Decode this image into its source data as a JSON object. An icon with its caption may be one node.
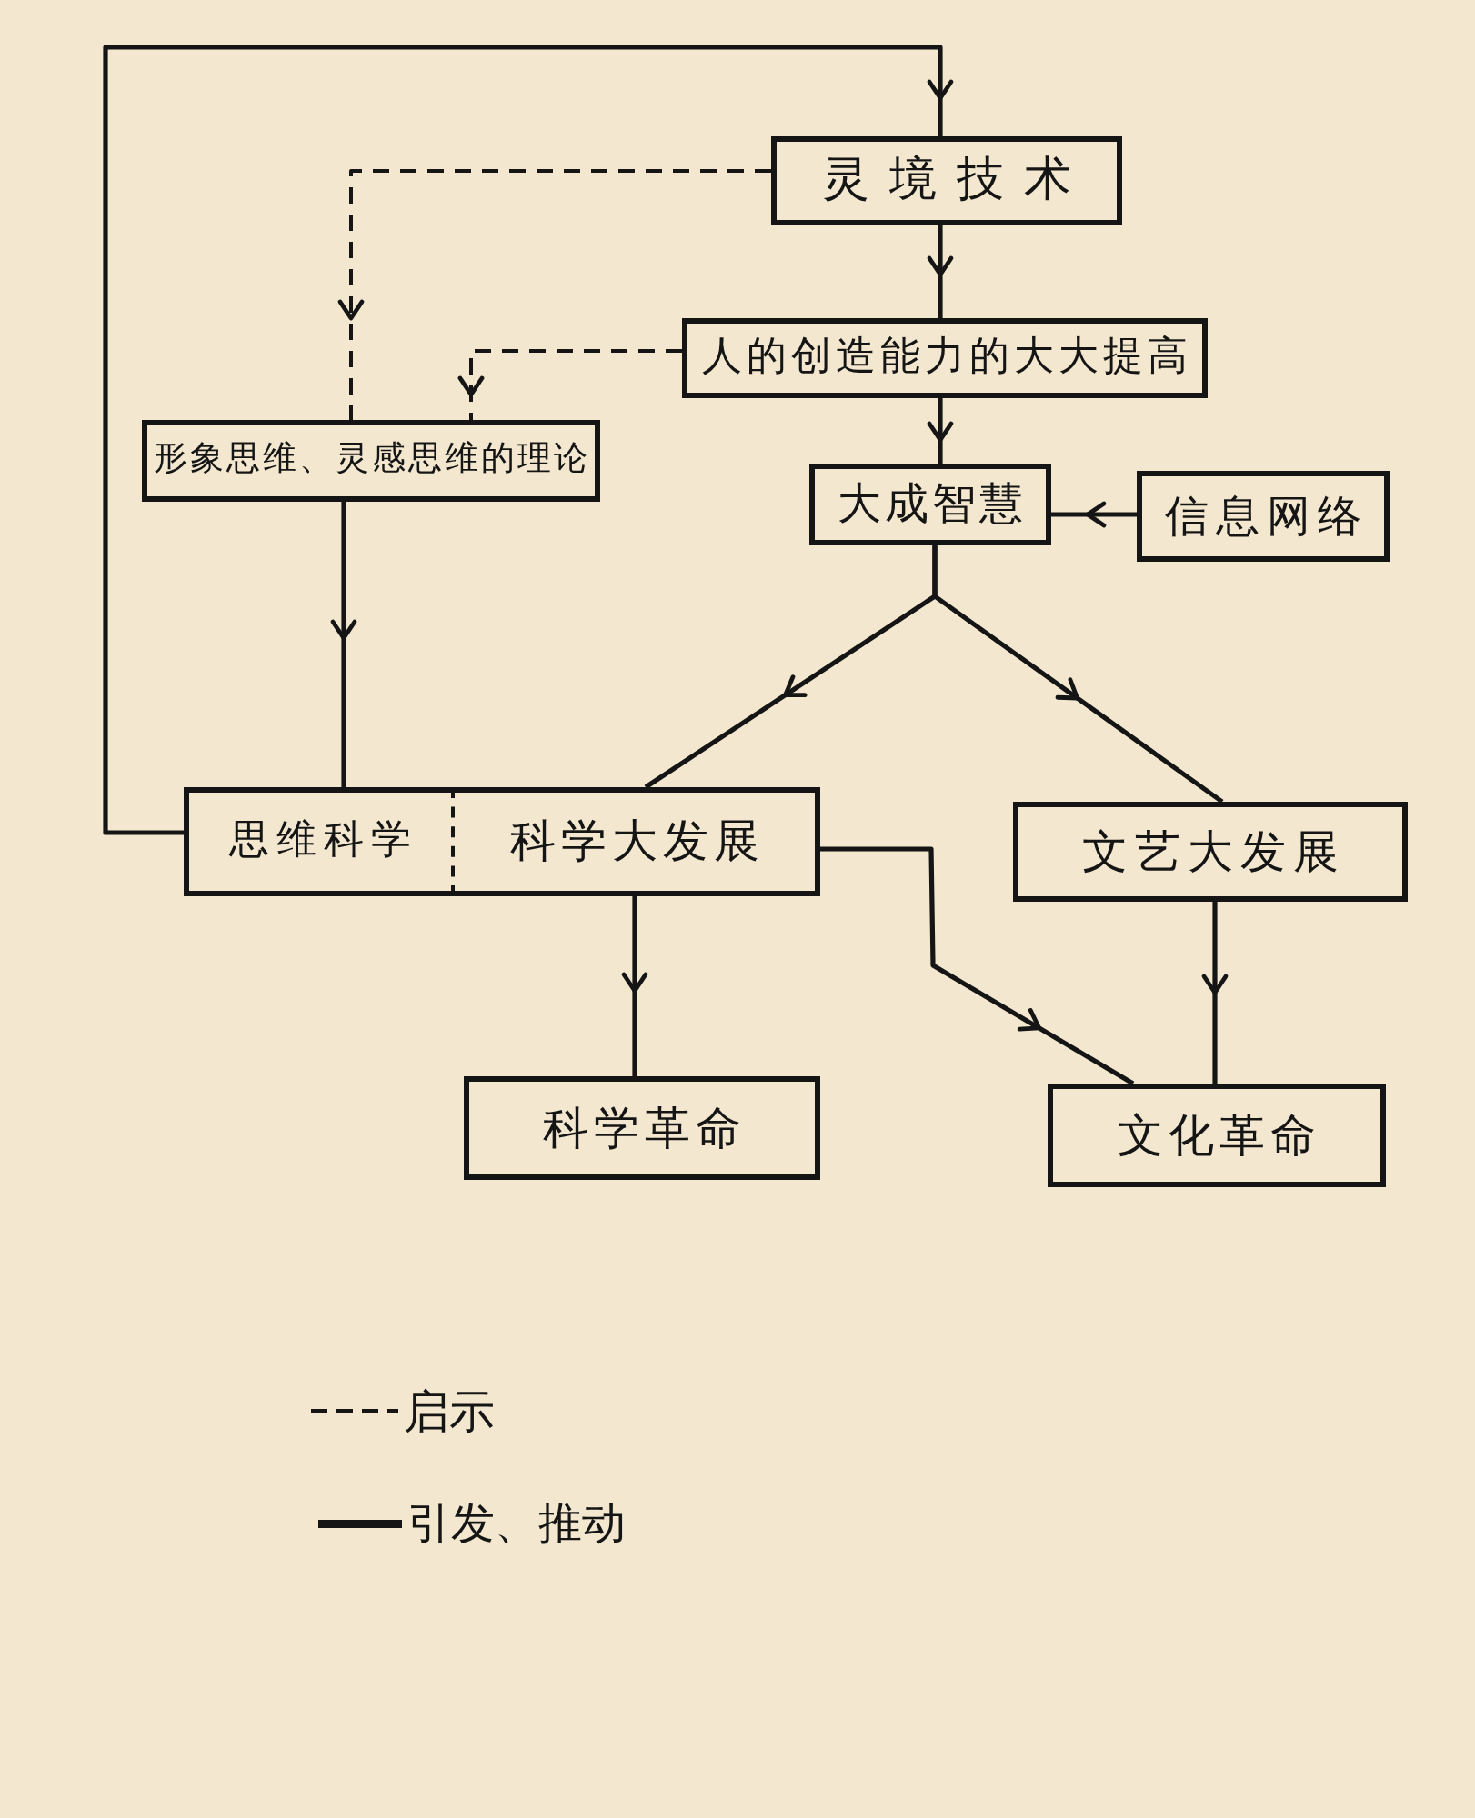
{
  "diagram": {
    "nodes": [
      {
        "text": [
          "灵境技术"
        ]
      },
      {
        "text": [
          "人的创造能力的大大提高"
        ]
      },
      {
        "text": [
          "形象思维、灵感思维的理论"
        ]
      },
      {
        "text": [
          "大成智慧"
        ]
      },
      {
        "text": [
          "信息网络"
        ]
      },
      {
        "text": [
          "思维科学"
        ]
      },
      {
        "text": [
          "科学大发展"
        ]
      },
      {
        "text": [
          "文艺大发展"
        ]
      },
      {
        "text": [
          "科学革命"
        ]
      },
      {
        "text": [
          "文化革命"
        ]
      }
    ],
    "edges": [
      {
        "from": 0,
        "to": 1,
        "arrow": "to"
      },
      {
        "from": 0,
        "to": 2,
        "arrow": "to",
        "style": "dashed"
      },
      {
        "from": 1,
        "to": 3,
        "arrow": "to"
      },
      {
        "from": 1,
        "to": 2,
        "arrow": "to",
        "style": "dashed"
      },
      {
        "from": 4,
        "to": 3,
        "arrow": "to"
      },
      {
        "from": 3,
        "to": 6,
        "arrow": "to"
      },
      {
        "from": 3,
        "to": 7,
        "arrow": "to"
      },
      {
        "from": 2,
        "to": 5,
        "arrow": "to"
      },
      {
        "from": 5,
        "to": 0,
        "arrow": "to"
      },
      {
        "from": 6,
        "to": 8,
        "arrow": "to"
      },
      {
        "from": 6,
        "to": 9,
        "arrow": "to"
      },
      {
        "from": 7,
        "to": 9,
        "arrow": "to"
      }
    ],
    "legend": [
      {
        "text": "启示"
      },
      {
        "text": "引发、推动"
      }
    ]
  }
}
